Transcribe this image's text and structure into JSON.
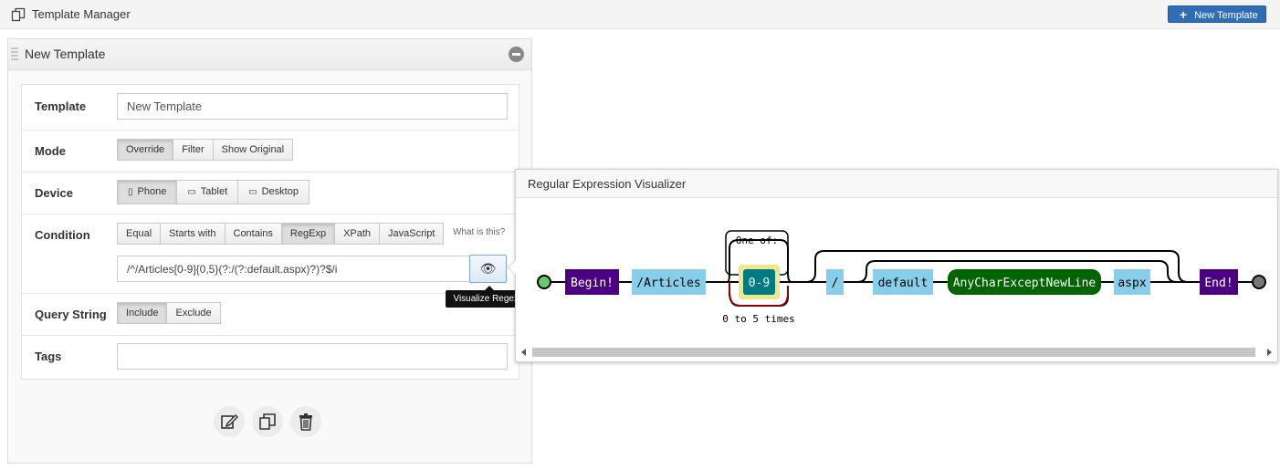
{
  "app": {
    "title": "Template Manager",
    "new_button": "New Template"
  },
  "panel": {
    "title": "New Template"
  },
  "form": {
    "template": {
      "label": "Template",
      "value": "New Template"
    },
    "mode": {
      "label": "Mode",
      "options": [
        "Override",
        "Filter",
        "Show Original"
      ],
      "active": "Override"
    },
    "device": {
      "label": "Device",
      "options": [
        "Phone",
        "Tablet",
        "Desktop"
      ],
      "active": "Phone"
    },
    "condition": {
      "label": "Condition",
      "options": [
        "Equal",
        "Starts with",
        "Contains",
        "RegExp",
        "XPath",
        "JavaScript"
      ],
      "active": "RegExp",
      "help": "What is this?",
      "value": "/^/Articles[0-9]{0,5}(?:/(?:default.aspx)?)?$/i",
      "tooltip": "Visualize Regexp"
    },
    "query_string": {
      "label": "Query String",
      "options": [
        "Include",
        "Exclude"
      ],
      "active": "Include"
    },
    "tags": {
      "label": "Tags",
      "value": ""
    }
  },
  "visualizer": {
    "title": "Regular Expression Visualizer",
    "nodes": {
      "begin": "Begin!",
      "articles": "/Articles",
      "one_of": "One of:",
      "range": "0-9",
      "repeat": "0 to 5 times",
      "slash": "/",
      "default": "default",
      "any_char": "AnyCharExceptNewLine",
      "aspx": "aspx",
      "end": "End!"
    },
    "colors": {
      "assertion": "#4b0082",
      "literal": "#87ceeb",
      "charset": "#007b83",
      "charset_bg": "#f0e68c",
      "any": "#006400"
    }
  }
}
